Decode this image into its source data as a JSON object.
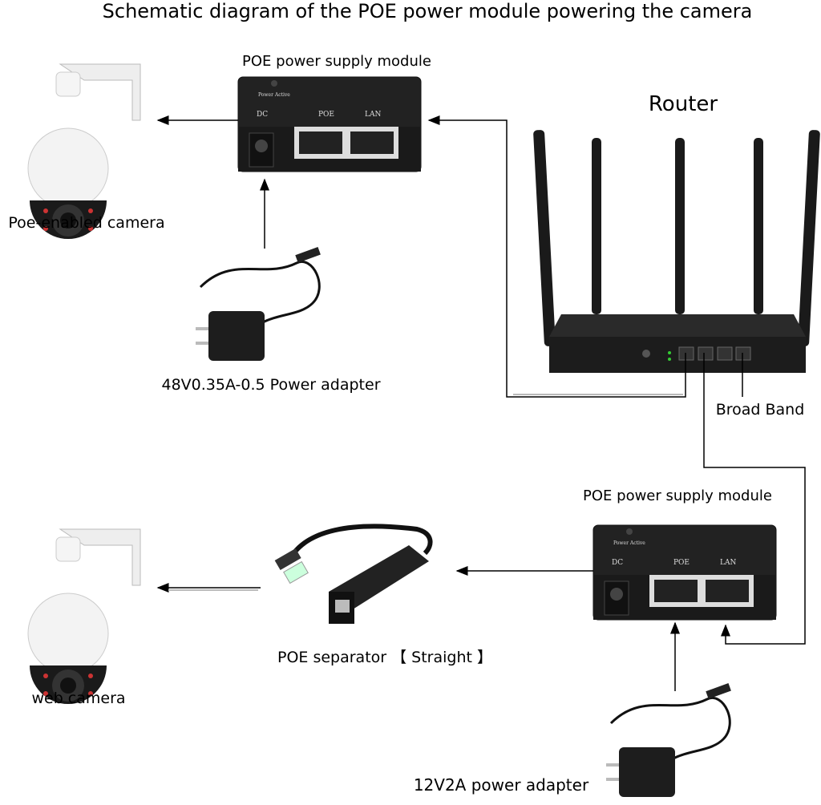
{
  "title": "Schematic diagram of the POE power module powering the camera",
  "labels": {
    "poe_module_top": "POE power supply module",
    "router": "Router",
    "poe_camera": "Poe-enabled camera",
    "adapter_48v": "48V0.35A-0.5 Power adapter",
    "broad_band": "Broad Band",
    "poe_module_bottom": "POE power supply module",
    "separator": "POE separator 【 Straight 】",
    "web_camera": "web camera",
    "adapter_12v": "12V2A power adapter"
  },
  "module_markings": {
    "power_active": "Power Active",
    "dc": "DC",
    "poe": "POE",
    "lan": "LAN"
  }
}
